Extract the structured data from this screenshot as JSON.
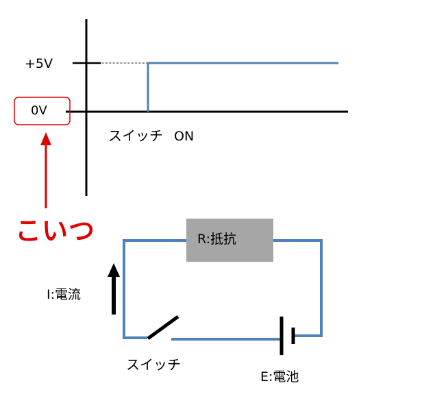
{
  "graph": {
    "high_label": "+5V",
    "low_label": "0V",
    "switch_label": "スイッチ",
    "on_label": "ON"
  },
  "annotation": {
    "text": "こいつ",
    "color": "#e00000"
  },
  "circuit": {
    "resistor_label": "R:抵抗",
    "current_label": "I:電流",
    "switch_label": "スイッチ",
    "battery_label": "E:電池",
    "wire_color": "#4f81bd",
    "resistor_fill": "#a6a6a6"
  }
}
